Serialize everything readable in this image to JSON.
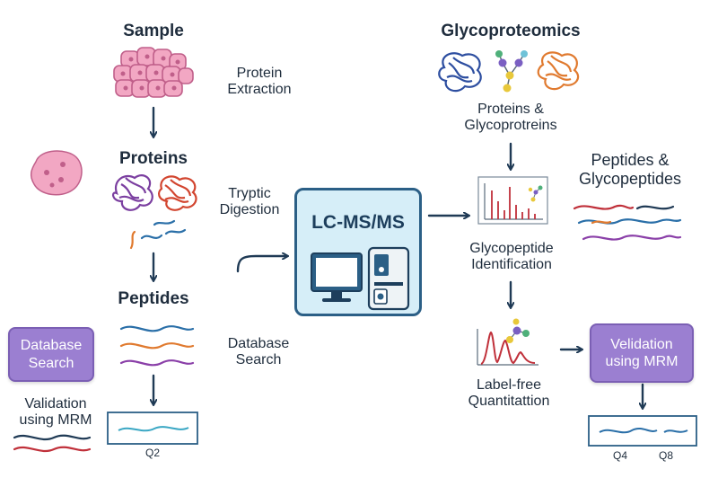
{
  "left": {
    "sample_title": "Sample",
    "protein_extraction": [
      "Protein",
      "Extraction"
    ],
    "proteins_title": "Proteins",
    "tryptic_digestion": [
      "Tryptic",
      "Digestion"
    ],
    "peptides_title": "Peptides",
    "database_search_box": [
      "Database",
      "Search"
    ],
    "database_search_label": [
      "Database",
      "Search"
    ],
    "validation_label": [
      "Validation",
      "using MRM"
    ],
    "q2": "Q2"
  },
  "center": {
    "lcms_label": "LC-MS/MS"
  },
  "right": {
    "glyco_title": "Glycoproteomics",
    "proteins_glyco": [
      "Proteins &",
      "Glycoprotreins"
    ],
    "peptides_glyco": [
      "Peptides &",
      "Glycopeptides"
    ],
    "glycopeptide_id": [
      "Glycopeptide",
      "Identification"
    ],
    "label_free": [
      "Label-free",
      "Quantitattion"
    ],
    "validation_box": [
      "Velidation",
      "using MRM"
    ],
    "q4": "Q4",
    "q8": "Q8"
  },
  "colors": {
    "arrow": "#1f3a55",
    "purple_box": "#9b7fd1",
    "lcms_fill": "#d6eef8",
    "lcms_border": "#2b5f86",
    "cell_pink": "#f2a7c3",
    "peak_red": "#c0303a"
  }
}
